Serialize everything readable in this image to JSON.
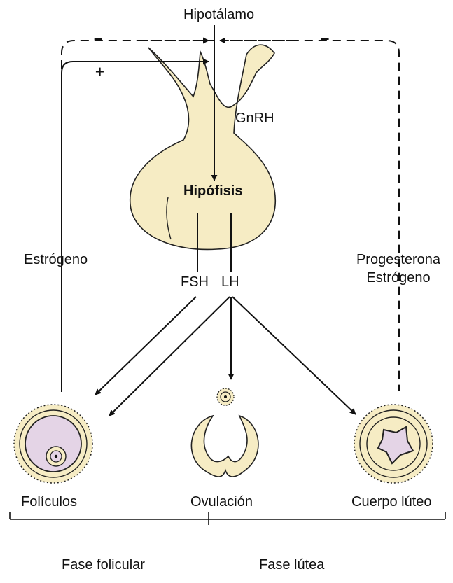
{
  "labels": {
    "hypothalamus": "Hipotálamo",
    "gnrh": "GnRH",
    "pituitary": "Hipófisis",
    "estrogen_left": "Estrógeno",
    "progesterone": "Progesterona",
    "estrogen_right": "Estrógeno",
    "fsh": "FSH",
    "lh": "LH",
    "follicles": "Folículos",
    "ovulation": "Ovulación",
    "corpus_luteum": "Cuerpo lúteo",
    "follicular_phase": "Fase folicular",
    "luteal_phase": "Fase lútea",
    "minus_left": "–",
    "minus_right": "–",
    "plus": "+"
  },
  "colors": {
    "gland_fill": "#f6ecc4",
    "follicle_fill": "#e4d4e6",
    "ring_fill": "#f6ecc4",
    "line": "#111111"
  }
}
